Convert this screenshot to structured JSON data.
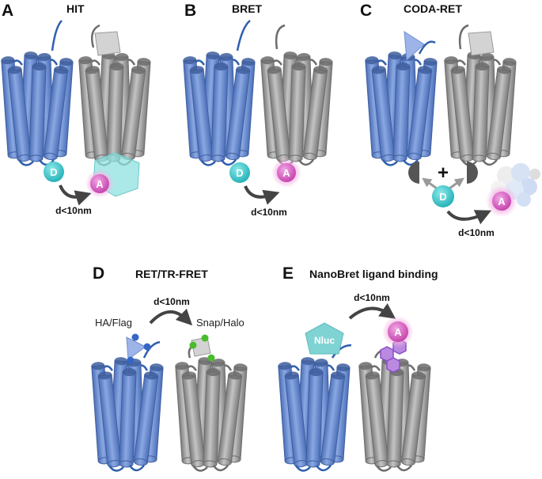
{
  "panels": [
    {
      "letter": "A",
      "title": "HIT",
      "distance": "d<10nm"
    },
    {
      "letter": "B",
      "title": "BRET",
      "distance": "d<10nm"
    },
    {
      "letter": "C",
      "title": "CODA-RET",
      "distance": "d<10nm"
    },
    {
      "letter": "D",
      "title": "RET/TR-FRET",
      "distance": "d<10nm",
      "left_tag": "HA/Flag",
      "right_tag": "Snap/Halo"
    },
    {
      "letter": "E",
      "title": "NanoBret ligand binding",
      "distance": "d<10nm",
      "left_tag": "Nluc"
    }
  ],
  "symbols": {
    "donor": "D",
    "acceptor": "A",
    "plus": "+"
  },
  "colors": {
    "blue_helix": "#6f90d2",
    "grey_helix": "#a3a3a3",
    "donor": "#3ec9c9",
    "acceptor": "#d95cc2",
    "loop": "#2f5fae"
  }
}
